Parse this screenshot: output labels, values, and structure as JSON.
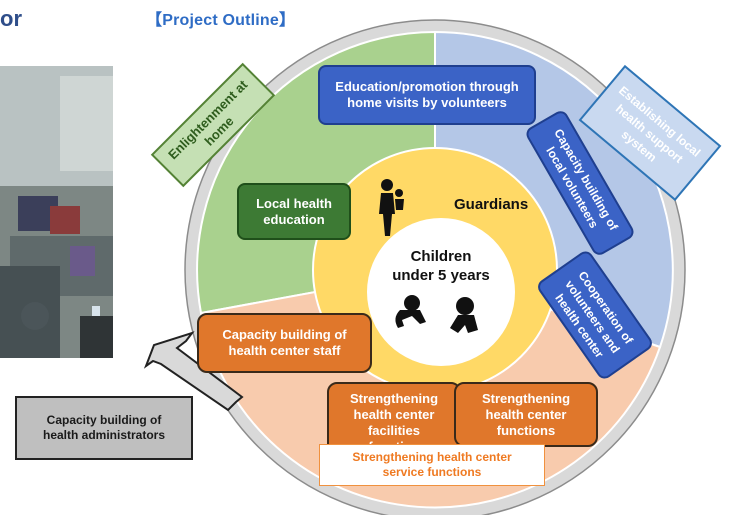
{
  "headings": {
    "left_fragment": "or",
    "project_outline": "【Project Outline】"
  },
  "center": {
    "guardians": "Guardians",
    "children": "Children\nunder 5 years"
  },
  "boxes": {
    "education_promotion": "Education/promotion through\nhome visits by volunteers",
    "local_health_education": "Local health\neducation",
    "capacity_health_center_staff": "Capacity building of\nhealth center staff",
    "strengthening_facilities": "Strengthening\nhealth center\nfacilities\nfunction",
    "strengthening_functions": "Strengthening\nhealth center\nfunctions",
    "capacity_health_administrators": "Capacity building of\nhealth administrators",
    "service_functions": "Strengthening health center\nservice functions"
  },
  "rotated_labels": {
    "enlightenment_home": [
      "Enlightenment at",
      "home"
    ],
    "local_health_support": [
      "Establishing local",
      "health support",
      "system"
    ],
    "capacity_local_volunteers": [
      "Capacity building of",
      "local volunteers"
    ],
    "cooperation_volunteers": [
      "Cooperation of",
      "volunteers and",
      "health center"
    ]
  },
  "colors": {
    "heading_dark": "#2f4e8a",
    "heading_blue": "#2e6cc5",
    "green_sector": "#a9d18e",
    "blue_sector": "#b4c7e7",
    "peach_sector": "#f8cbad",
    "center_yellow": "#ffd966",
    "blue_box": "#3b63c6",
    "green_box": "#3d7a34",
    "orange_box": "#e0772b"
  }
}
